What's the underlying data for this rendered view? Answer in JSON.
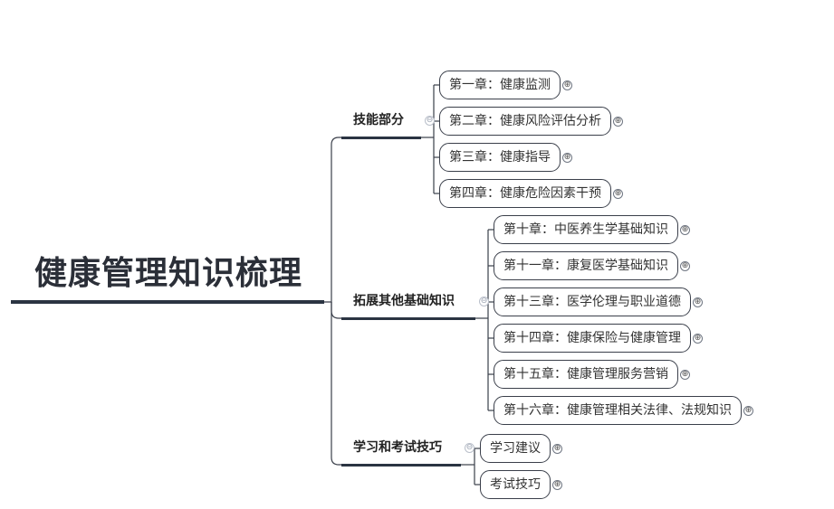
{
  "mindmap": {
    "root": "健康管理知识梳理",
    "branches": [
      {
        "label": "技能部分",
        "children": [
          "第一章：健康监测",
          "第二章：健康风险评估分析",
          "第三章：健康指导",
          "第四章：健康危险因素干预"
        ]
      },
      {
        "label": "拓展其他基础知识",
        "children": [
          "第十章：中医养生学基础知识",
          "第十一章：康复医学基础知识",
          "第十三章：医学伦理与职业道德",
          "第十四章：健康保险与健康管理",
          "第十五章：健康管理服务营销",
          "第十六章：健康管理相关法律、法规知识"
        ]
      },
      {
        "label": "学习和考试技巧",
        "children": [
          "学习建议",
          "考试技巧"
        ]
      }
    ]
  },
  "icons": {
    "collapse": "⊖",
    "expand": "⊕"
  },
  "colors": {
    "line": "#3a3f4a",
    "bar": "#2b3442"
  }
}
